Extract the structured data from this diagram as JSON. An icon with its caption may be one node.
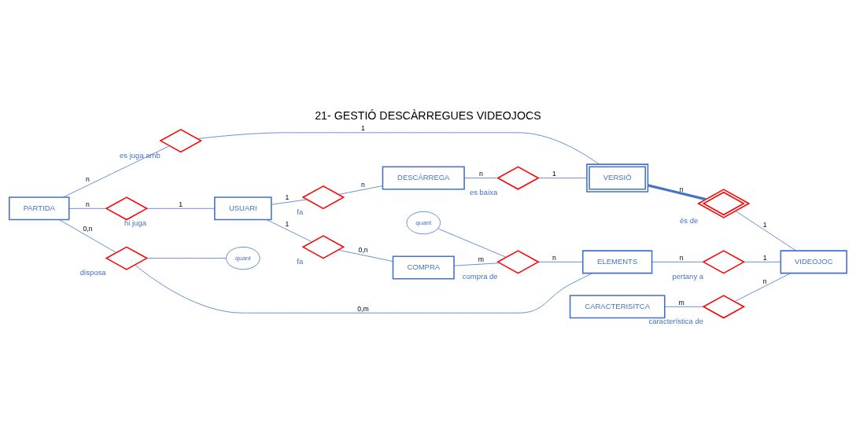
{
  "diagram": {
    "title": "21- GESTIÓ DESCÀRREGUES VIDEOJOCS",
    "nodes": [
      {
        "text": [
          "PARTIDA"
        ]
      },
      {
        "text": [],
        "shape": "diamond",
        "beside": [
          "es juga amb"
        ]
      },
      {
        "text": [],
        "shape": "diamond",
        "beside": [
          "hi juga"
        ]
      },
      {
        "text": [
          "USUARI"
        ]
      },
      {
        "text": [],
        "shape": "diamond",
        "beside": [
          "disposa"
        ]
      },
      {
        "text": [
          "quant"
        ]
      },
      {
        "text": [],
        "shape": "diamond",
        "beside": [
          "fa"
        ]
      },
      {
        "text": [
          "DESCÀRREGA"
        ]
      },
      {
        "text": [],
        "shape": "diamond",
        "beside": [
          "es baixa"
        ]
      },
      {
        "text": [
          "VERSIÓ"
        ]
      },
      {
        "text": [],
        "shape": "diamond",
        "beside": [
          "fa"
        ]
      },
      {
        "text": [
          "CARACTERISITCA"
        ]
      },
      {
        "text": [],
        "shape": "diamond",
        "beside": [
          "característica de"
        ]
      },
      {
        "text": [],
        "shape": "diamond",
        "beside": [
          "és de"
        ]
      },
      {
        "text": [
          "quant"
        ]
      },
      {
        "text": [],
        "shape": "diamond",
        "beside": [
          "compra de"
        ]
      },
      {
        "text": [
          "COMPRA"
        ]
      },
      {
        "text": [
          "ELEMENTS"
        ]
      },
      {
        "text": [],
        "shape": "diamond",
        "beside": [
          "pertany a"
        ]
      },
      {
        "text": [
          "VIDEOJOC"
        ]
      }
    ],
    "edges": [
      {
        "from": 0,
        "to": 1,
        "arrow": "none",
        "label": "n"
      },
      {
        "from": 1,
        "to": 9,
        "arrow": "none",
        "label": "1"
      },
      {
        "from": 0,
        "to": 2,
        "arrow": "none",
        "label": "n"
      },
      {
        "from": 2,
        "to": 3,
        "arrow": "none",
        "label": "1"
      },
      {
        "from": 0,
        "to": 4,
        "arrow": "none",
        "label": "0,n"
      },
      {
        "from": 4,
        "to": 17,
        "arrow": "none",
        "label": "0,m"
      },
      {
        "from": 4,
        "to": 5,
        "arrow": "none"
      },
      {
        "from": 3,
        "to": 6,
        "arrow": "none",
        "label": "1"
      },
      {
        "from": 6,
        "to": 7,
        "arrow": "none",
        "label": "n"
      },
      {
        "from": 7,
        "to": 8,
        "arrow": "none",
        "label": "n"
      },
      {
        "from": 8,
        "to": 9,
        "arrow": "none",
        "label": "1"
      },
      {
        "from": 9,
        "to": 13,
        "arrow": "none",
        "label": "n",
        "style": "thick"
      },
      {
        "from": 13,
        "to": 19,
        "arrow": "none",
        "label": "1"
      },
      {
        "from": 3,
        "to": 10,
        "arrow": "none",
        "label": "1"
      },
      {
        "from": 10,
        "to": 16,
        "arrow": "none",
        "label": "0,n"
      },
      {
        "from": 11,
        "to": 12,
        "arrow": "none",
        "label": "m"
      },
      {
        "from": 12,
        "to": 19,
        "arrow": "none",
        "label": "n"
      },
      {
        "from": 16,
        "to": 15,
        "arrow": "none",
        "label": "m"
      },
      {
        "from": 15,
        "to": 17,
        "arrow": "none",
        "label": "n"
      },
      {
        "from": 14,
        "to": 15,
        "arrow": "none"
      },
      {
        "from": 17,
        "to": 18,
        "arrow": "none",
        "label": "n"
      },
      {
        "from": 18,
        "to": 19,
        "arrow": "none",
        "label": "1"
      }
    ]
  }
}
